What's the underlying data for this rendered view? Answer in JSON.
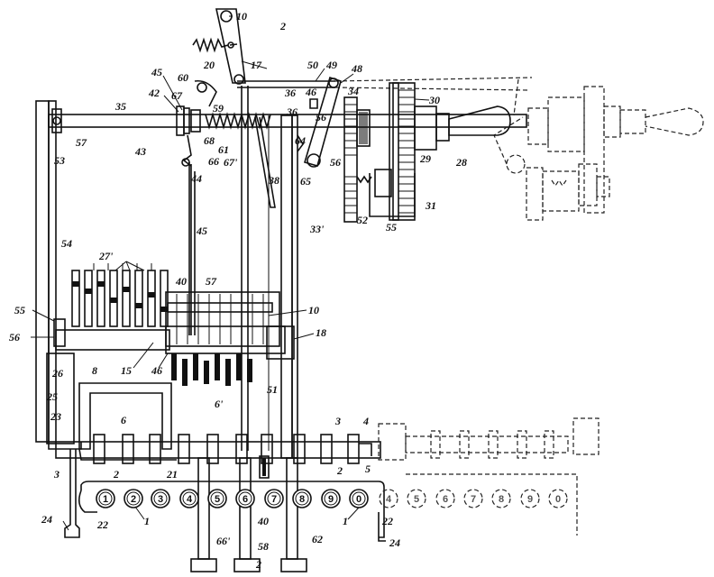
{
  "labels": {
    "l10a": "10",
    "l2a": "2",
    "l20": "20",
    "l17": "17",
    "l50": "50",
    "l49": "49",
    "l48": "48",
    "l45": "45",
    "l42": "42",
    "l60": "60",
    "l67": "67",
    "l36": "36",
    "l36b": "36",
    "l46": "46",
    "l34": "34",
    "l30": "30",
    "l35": "35",
    "l59": "59",
    "l57": "57",
    "l43": "43",
    "l61": "61",
    "l64": "64",
    "l56": "56",
    "l29": "29",
    "l28": "28",
    "l68": "68",
    "l66": "66",
    "l67b": "67'",
    "l44": "44",
    "l38": "38",
    "l65": "65",
    "l31": "31",
    "l52": "52",
    "l33": "33'",
    "l53": "53",
    "l55": "55",
    "l45b": "45",
    "l54": "54",
    "l27": "27'",
    "l40a": "40",
    "l57b": "57",
    "l10b": "10",
    "l55b": "55",
    "l56b": "56",
    "l18": "18",
    "l8": "8",
    "l15": "15",
    "l46b": "46",
    "l51": "51",
    "l26": "26",
    "l25": "25",
    "l6p": "6'",
    "l23": "23",
    "l6": "6",
    "l3a": "3",
    "l4": "4",
    "l3b": "3",
    "l5": "5",
    "l2b": "2",
    "l21": "21",
    "l2c": "2",
    "l1a": "1",
    "l1b": "1",
    "l22a": "22",
    "l22b": "22",
    "l24a": "24",
    "l24b": "24",
    "l40b": "40",
    "l66p": "66'",
    "l58": "58",
    "l2d": "2",
    "l62": "62"
  },
  "keys_solid": [
    "1",
    "2",
    "3",
    "4",
    "5",
    "6",
    "7",
    "8",
    "9",
    "0"
  ],
  "keys_dashed": [
    "4",
    "5",
    "6",
    "7",
    "8",
    "9",
    "0"
  ]
}
